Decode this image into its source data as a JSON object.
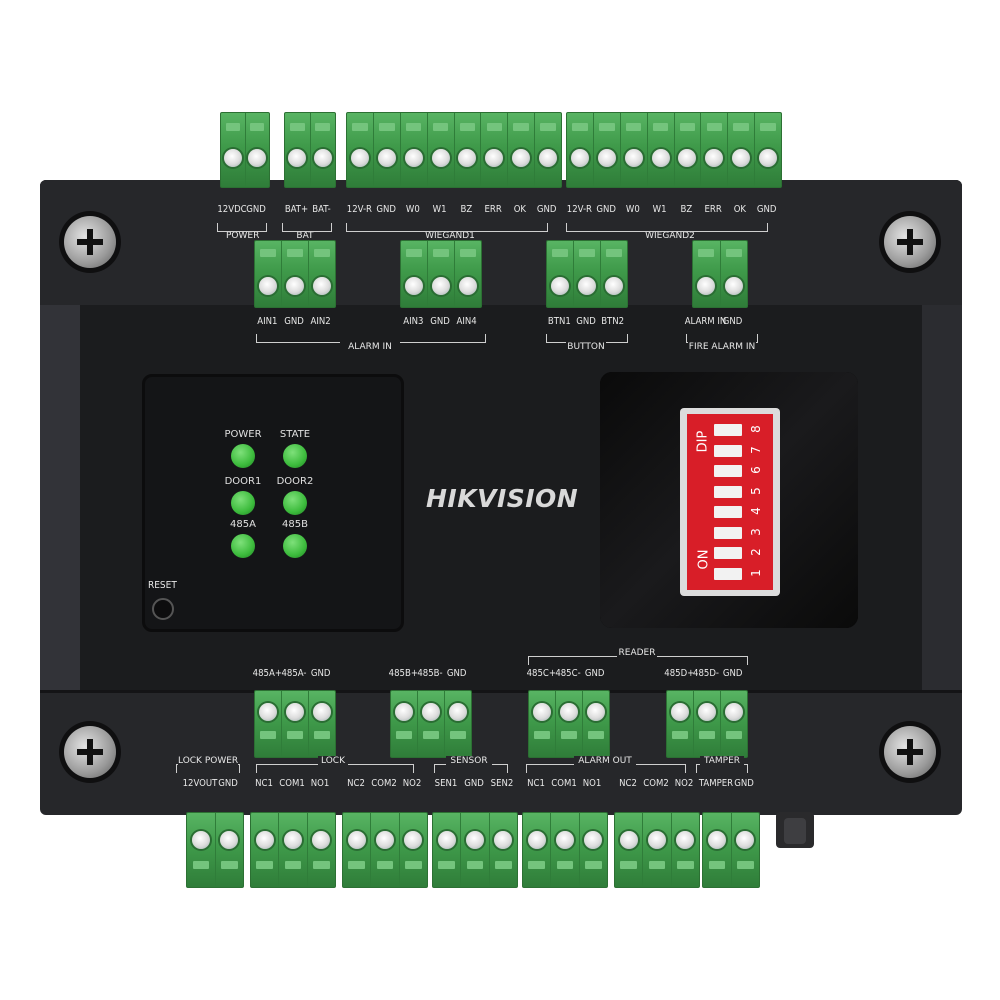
{
  "brand": "HIKVISION",
  "top_outer_blocks": [
    {
      "name": "power",
      "pins": 2,
      "labels": [
        "12VDC",
        "GND"
      ],
      "group": "POWER"
    },
    {
      "name": "bat",
      "pins": 2,
      "labels": [
        "BAT+",
        "BAT-"
      ],
      "group": "BAT"
    },
    {
      "name": "wiegand1",
      "pins": 8,
      "labels": [
        "12V-R",
        "GND",
        "W0",
        "W1",
        "BZ",
        "ERR",
        "OK",
        "GND"
      ],
      "group": "WIEGAND1"
    },
    {
      "name": "wiegand2",
      "pins": 8,
      "labels": [
        "12V-R",
        "GND",
        "W0",
        "W1",
        "BZ",
        "ERR",
        "OK",
        "GND"
      ],
      "group": "WIEGAND2"
    }
  ],
  "top_inner_blocks": [
    {
      "name": "alarm-in-1",
      "pins": 3,
      "labels": [
        "AIN1",
        "GND",
        "AIN2"
      ]
    },
    {
      "name": "alarm-in-2",
      "pins": 3,
      "labels": [
        "AIN3",
        "GND",
        "AIN4"
      ]
    },
    {
      "name": "button",
      "pins": 3,
      "labels": [
        "BTN1",
        "GND",
        "BTN2"
      ],
      "group": "BUTTON"
    },
    {
      "name": "fire-alarm",
      "pins": 2,
      "labels": [
        "ALARM IN",
        "GND"
      ],
      "group": "FIRE ALARM IN"
    }
  ],
  "top_inner_alarm_group": "ALARM IN",
  "leds": [
    {
      "label": "POWER"
    },
    {
      "label": "STATE"
    },
    {
      "label": "DOOR1"
    },
    {
      "label": "DOOR2"
    },
    {
      "label": "485A"
    },
    {
      "label": "485B"
    }
  ],
  "reset_label": "RESET",
  "dip": {
    "top_label": "DIP",
    "bottom_label": "ON",
    "numbers": [
      "1",
      "2",
      "3",
      "4",
      "5",
      "6",
      "7",
      "8"
    ]
  },
  "bottom_inner_blocks": [
    {
      "name": "485a",
      "pins": 3,
      "labels": [
        "485A+",
        "485A-",
        "GND"
      ]
    },
    {
      "name": "485b",
      "pins": 3,
      "labels": [
        "485B+",
        "485B-",
        "GND"
      ]
    },
    {
      "name": "485c",
      "pins": 3,
      "labels": [
        "485C+",
        "485C-",
        "GND"
      ]
    },
    {
      "name": "485d",
      "pins": 3,
      "labels": [
        "485D+",
        "485D-",
        "GND"
      ]
    }
  ],
  "reader_group": "READER",
  "bottom_outer_blocks": [
    {
      "name": "lock-power",
      "pins": 2,
      "labels": [
        "12VOUT",
        "GND"
      ],
      "group": "LOCK POWER"
    },
    {
      "name": "lock-1",
      "pins": 3,
      "labels": [
        "NC1",
        "COM1",
        "NO1"
      ]
    },
    {
      "name": "lock-2",
      "pins": 3,
      "labels": [
        "NC2",
        "COM2",
        "NO2"
      ]
    },
    {
      "name": "sensor",
      "pins": 3,
      "labels": [
        "SEN1",
        "GND",
        "SEN2"
      ],
      "group": "SENSOR"
    },
    {
      "name": "alarm-out-1",
      "pins": 3,
      "labels": [
        "NC1",
        "COM1",
        "NO1"
      ]
    },
    {
      "name": "alarm-out-2",
      "pins": 3,
      "labels": [
        "NC2",
        "COM2",
        "NO2"
      ]
    },
    {
      "name": "tamper",
      "pins": 2,
      "labels": [
        "TAMPER",
        "GND"
      ],
      "group": "TAMPER"
    }
  ],
  "lock_group": "LOCK",
  "alarm_out_group": "ALARM OUT",
  "colors": {
    "enclosure": "#1e1f21",
    "terminal_green": "#3f9a4a",
    "led_green": "#3cbb3c",
    "dip_red": "#d81e28"
  }
}
